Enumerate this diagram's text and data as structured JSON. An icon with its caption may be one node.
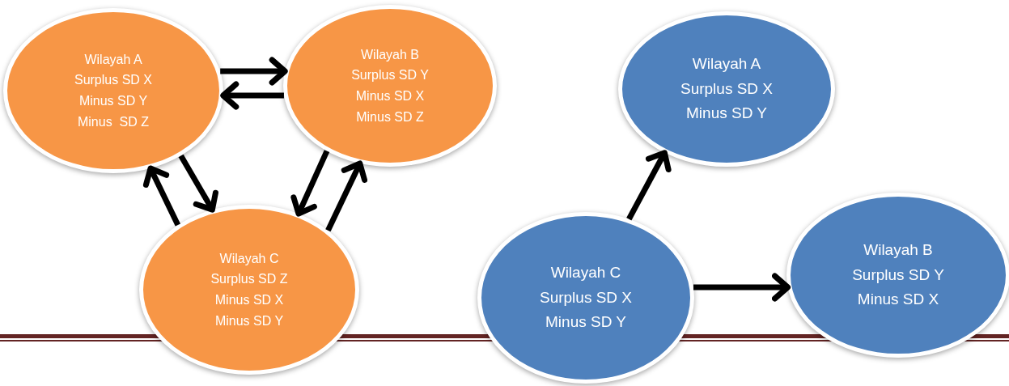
{
  "diagram": {
    "nodes": [
      {
        "text": [
          "Wilayah A",
          "Surplus SD X",
          "Minus SD Y",
          "Minus  SD Z"
        ]
      },
      {
        "text": [
          "Wilayah B",
          "Surplus SD Y",
          "Minus SD X",
          "Minus SD Z"
        ]
      },
      {
        "text": [
          "Wilayah C",
          "Surplus SD Z",
          "Minus SD X",
          "Minus SD Y"
        ]
      },
      {
        "text": [
          "Wilayah A",
          "Surplus SD X",
          "Minus SD Y"
        ]
      },
      {
        "text": [
          "Wilayah C",
          "Surplus SD X",
          "Minus SD Y"
        ]
      },
      {
        "text": [
          "Wilayah B",
          "Surplus SD Y",
          "Minus SD X"
        ]
      }
    ],
    "edges": [
      {
        "from": 0,
        "to": 1,
        "arrow": "to"
      },
      {
        "from": 1,
        "to": 0,
        "arrow": "to"
      },
      {
        "from": 0,
        "to": 2,
        "arrow": "to"
      },
      {
        "from": 2,
        "to": 0,
        "arrow": "to"
      },
      {
        "from": 1,
        "to": 2,
        "arrow": "to"
      },
      {
        "from": 2,
        "to": 1,
        "arrow": "to"
      },
      {
        "from": 4,
        "to": 3,
        "arrow": "to"
      },
      {
        "from": 4,
        "to": 5,
        "arrow": "to"
      }
    ]
  }
}
